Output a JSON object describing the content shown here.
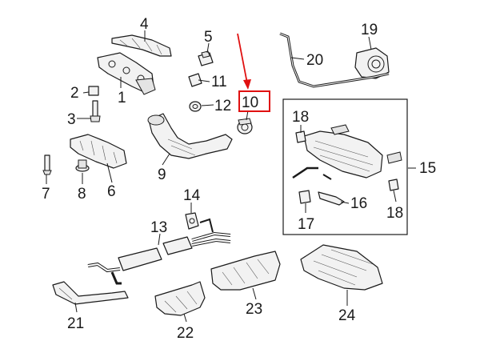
{
  "callouts": [
    "1",
    "2",
    "3",
    "4",
    "5",
    "6",
    "7",
    "8",
    "9",
    "10",
    "11",
    "12",
    "13",
    "14",
    "15",
    "16",
    "17",
    "18",
    "18",
    "19",
    "20",
    "21",
    "22",
    "23",
    "24"
  ],
  "highlight": {
    "label": "10",
    "box_color": "#e01010",
    "arrow_color": "#e01010"
  }
}
